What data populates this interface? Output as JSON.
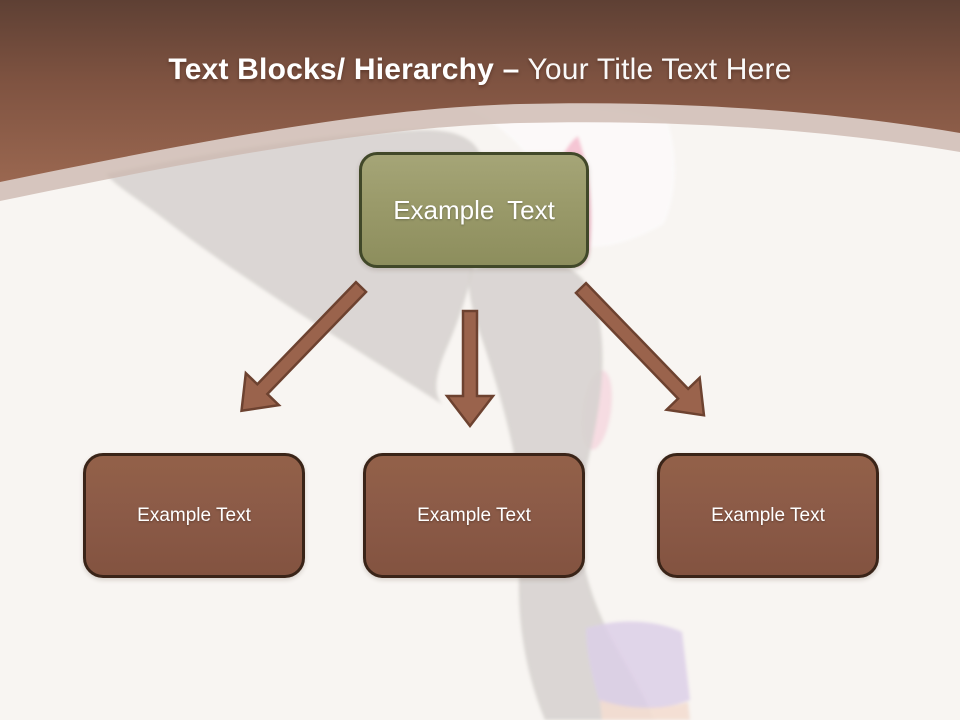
{
  "slide": {
    "title": {
      "bold": "Text Blocks/ Hierarchy –",
      "regular": " Your Title Text Here"
    },
    "diagram": {
      "root_label": "Example Text",
      "children": [
        {
          "label": "Example Text"
        },
        {
          "label": "Example Text"
        },
        {
          "label": "Example Text"
        }
      ]
    },
    "colors": {
      "header_brown_dark": "#5e4034",
      "header_brown_mid": "#7f5341",
      "header_brown_light": "#9a6750",
      "header_band": "#cdb9b0",
      "body_background": "#f8f5f2",
      "root_fill": "#9a9a6a",
      "root_border": "#414829",
      "child_fill": "#8b5a47",
      "child_border": "#3a2418",
      "arrow_fill": "#9a634c",
      "arrow_stroke": "#6d4230",
      "title_text": "#ffffff",
      "silhouette_gray": "#d6d2cf",
      "accent_pink": "#f2b9cb",
      "accent_lavender": "#dccfe8"
    }
  }
}
